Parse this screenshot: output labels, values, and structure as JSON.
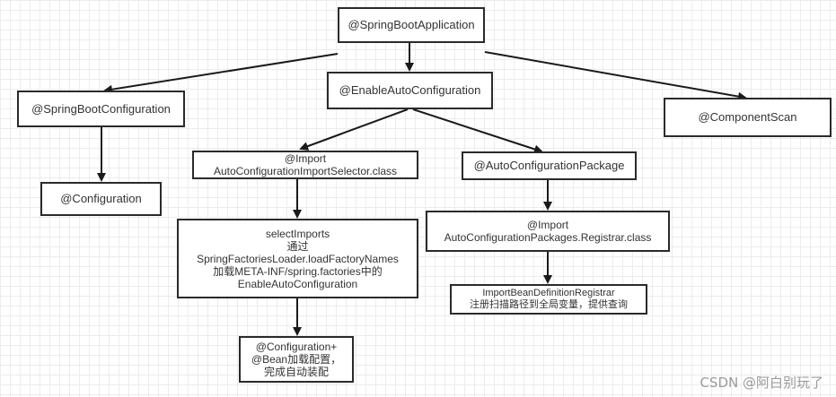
{
  "nodes": {
    "spring_boot_application": "@SpringBootApplication",
    "spring_boot_configuration": "@SpringBootConfiguration",
    "enable_auto_configuration": "@EnableAutoConfiguration",
    "component_scan": "@ComponentScan",
    "configuration": "@Configuration",
    "import_selector": [
      "@Import",
      "AutoConfigurationImportSelector.class"
    ],
    "auto_configuration_package": "@AutoConfigurationPackage",
    "select_imports": [
      "selectImports",
      "通过",
      "SpringFactoriesLoader.loadFactoryNames",
      "加载META-INF/spring.factories中的",
      "EnableAutoConfiguration"
    ],
    "import_registrar": [
      "@Import",
      "AutoConfigurationPackages.Registrar.class"
    ],
    "bean_definition_registrar": [
      "ImportBeanDefinitionRegistrar",
      "注册扫描路径到全局变量，提供查询"
    ],
    "configuration_bean": [
      "@Configuration+",
      "@Bean加载配置，",
      "完成自动装配"
    ]
  },
  "watermark": "CSDN @阿白别玩了"
}
